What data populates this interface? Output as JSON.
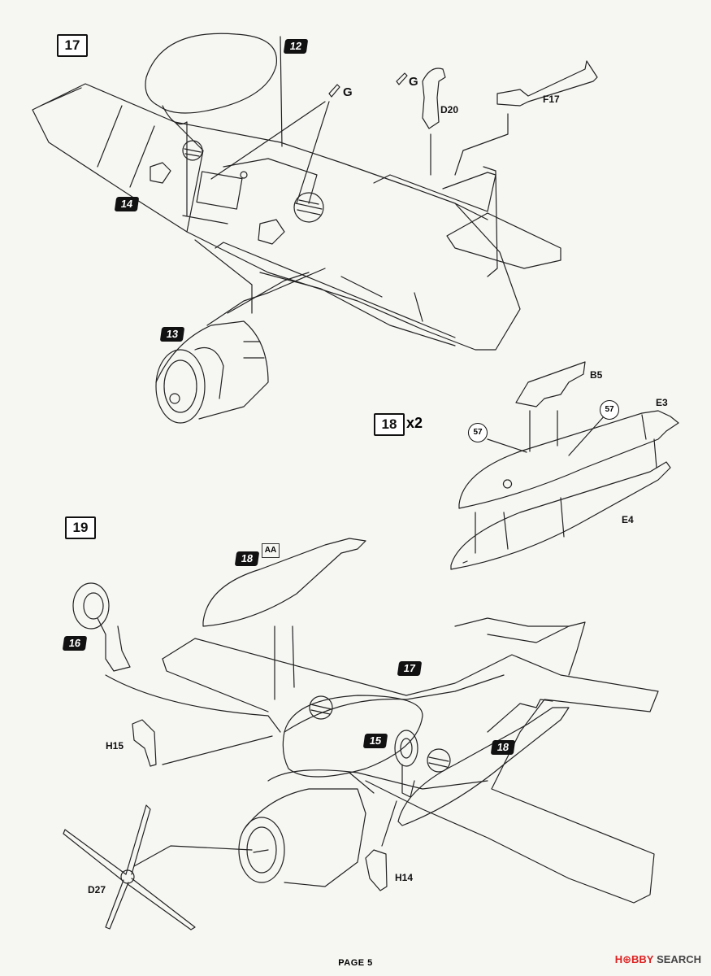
{
  "steps": {
    "s17": "17",
    "s18": "18",
    "s18_mult": "x2",
    "s19": "19"
  },
  "tags": {
    "t12": "12",
    "t14": "14",
    "t13": "13",
    "t18_top": "18",
    "t16": "16",
    "t17": "17",
    "t15": "15",
    "t18_right": "18"
  },
  "parts": {
    "g1": "G",
    "g2": "G",
    "d20": "D20",
    "f17": "F17",
    "b5": "B5",
    "e3": "E3",
    "e4": "E4",
    "h15": "H15",
    "h14": "H14",
    "d27": "D27"
  },
  "paint_refs": {
    "c1": "57",
    "c2": "57"
  },
  "aa_mark": "AA",
  "footer": {
    "page": "PAGE 5"
  },
  "watermark": {
    "brand": "H⊕BBY",
    "suffix": "SEARCH"
  }
}
